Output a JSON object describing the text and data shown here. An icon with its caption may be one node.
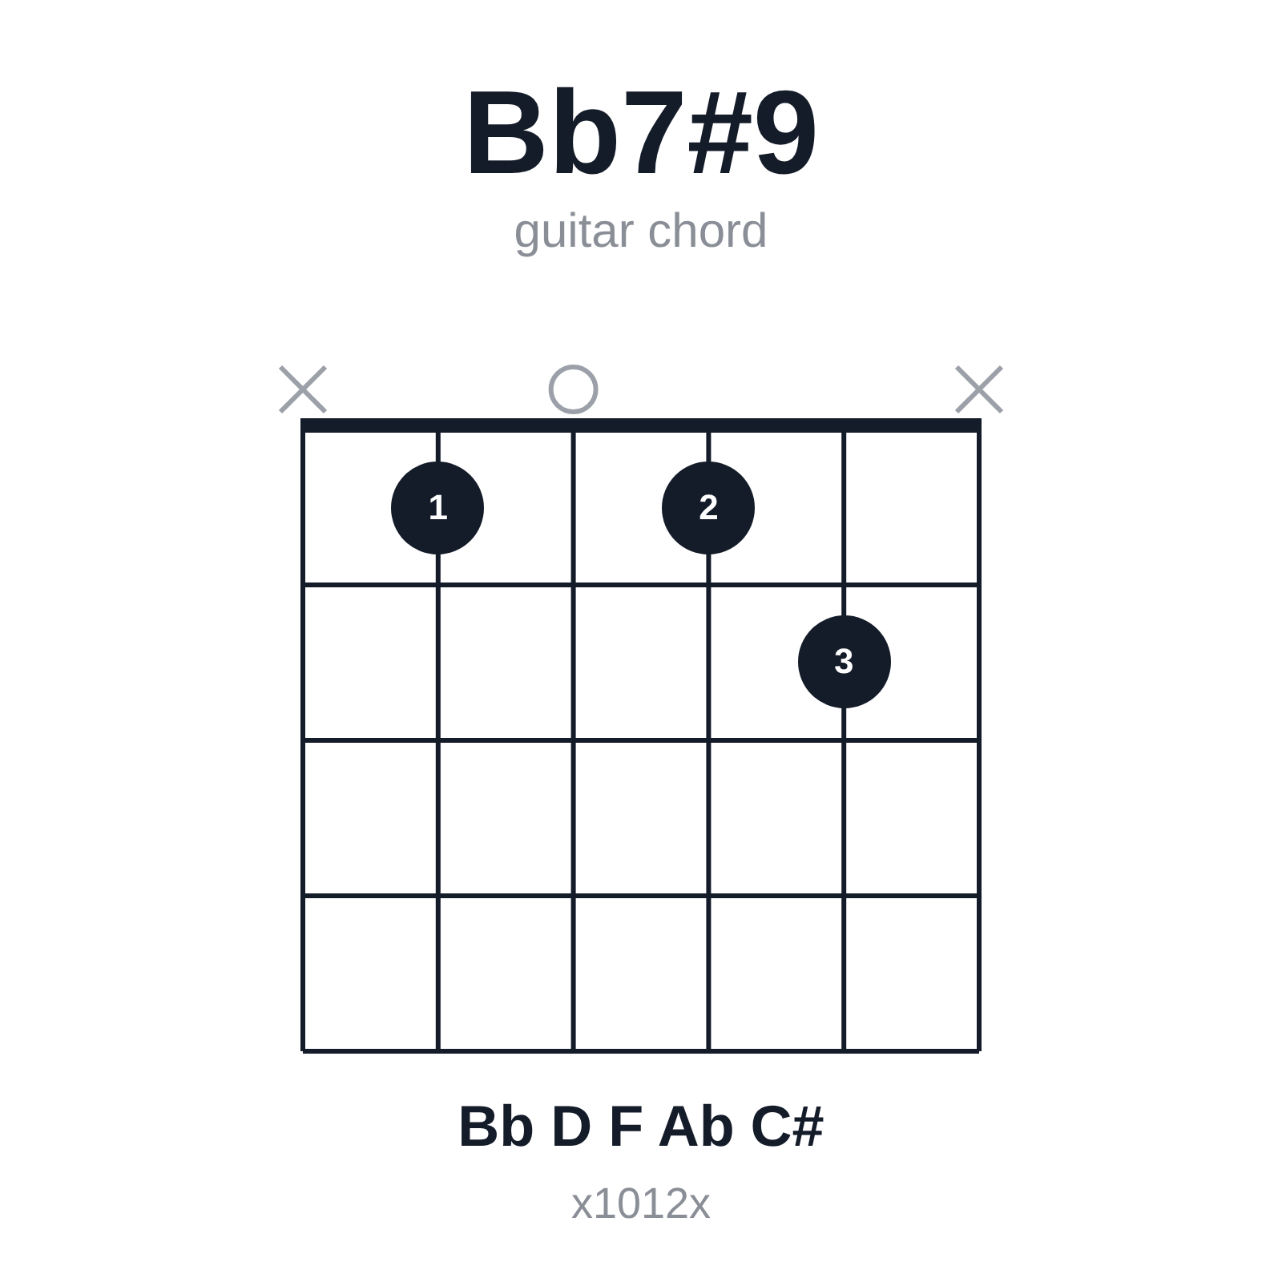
{
  "diagram": {
    "title": "Bb7#9",
    "nodes": [
      {
        "text": [
          "1"
        ]
      },
      {
        "text": [
          "2"
        ]
      },
      {
        "text": [
          "3"
        ]
      }
    ],
    "labels": [
      "guitar chord",
      "Bb D F Ab C#",
      "x1012x"
    ]
  }
}
